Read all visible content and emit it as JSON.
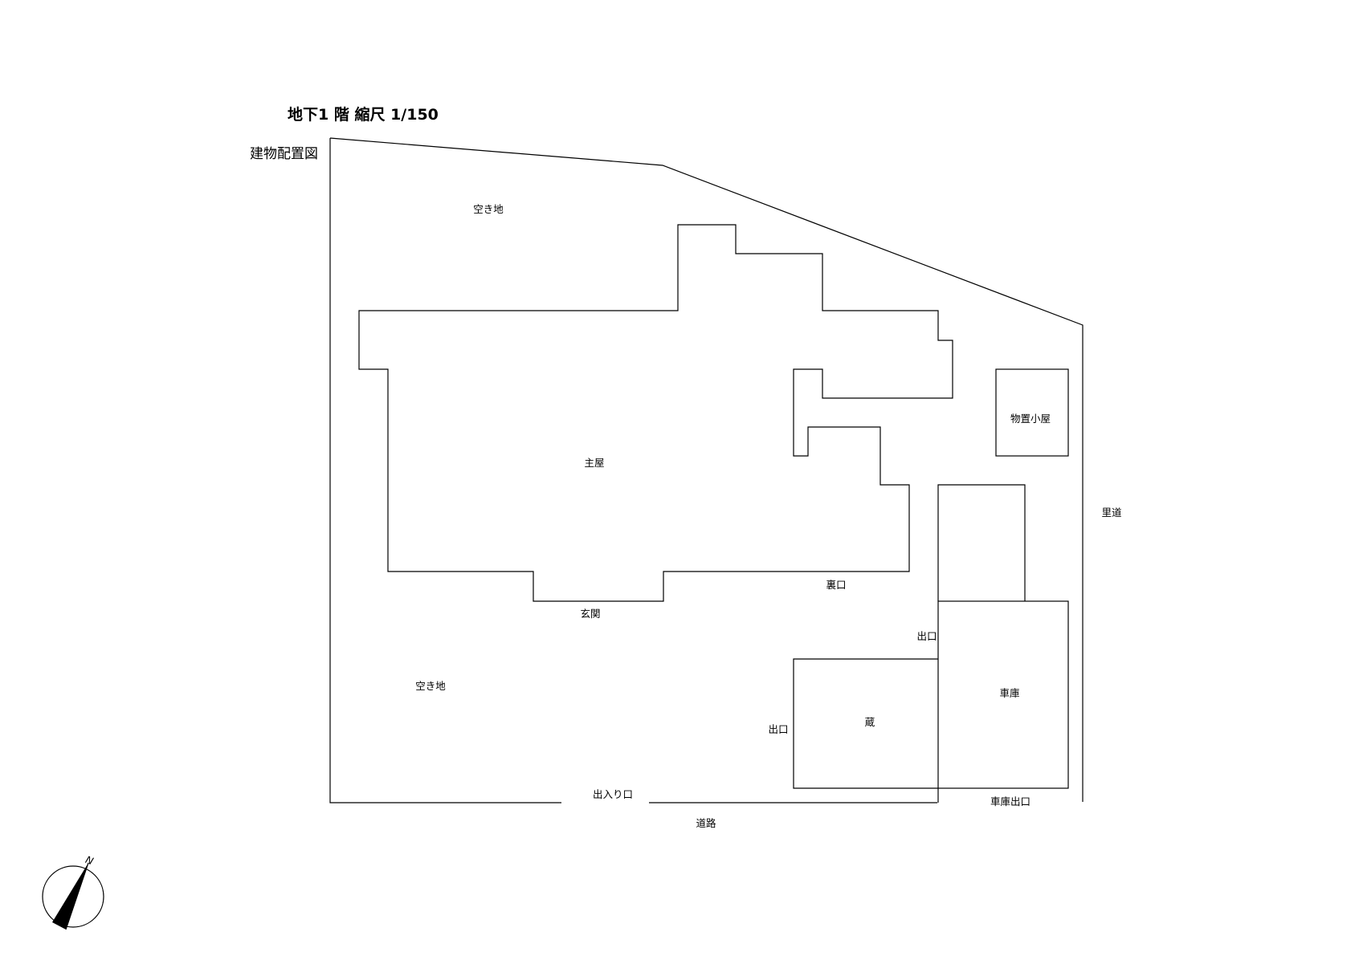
{
  "title": "地下1 階 縮尺 1/150",
  "subtitle": "建物配置図",
  "labels": {
    "vacant_lot_top": "空き地",
    "vacant_lot_bottom": "空き地",
    "main_house": "主屋",
    "storage_shed": "物置小屋",
    "entrance": "玄関",
    "back_door": "裏口",
    "exit_upper": "出口",
    "exit_left": "出口",
    "storehouse": "蔵",
    "garage": "車庫",
    "garage_exit": "車庫出口",
    "gateway": "出入り口",
    "road": "道路",
    "village_road": "里道"
  },
  "compass": {
    "label": "N"
  }
}
